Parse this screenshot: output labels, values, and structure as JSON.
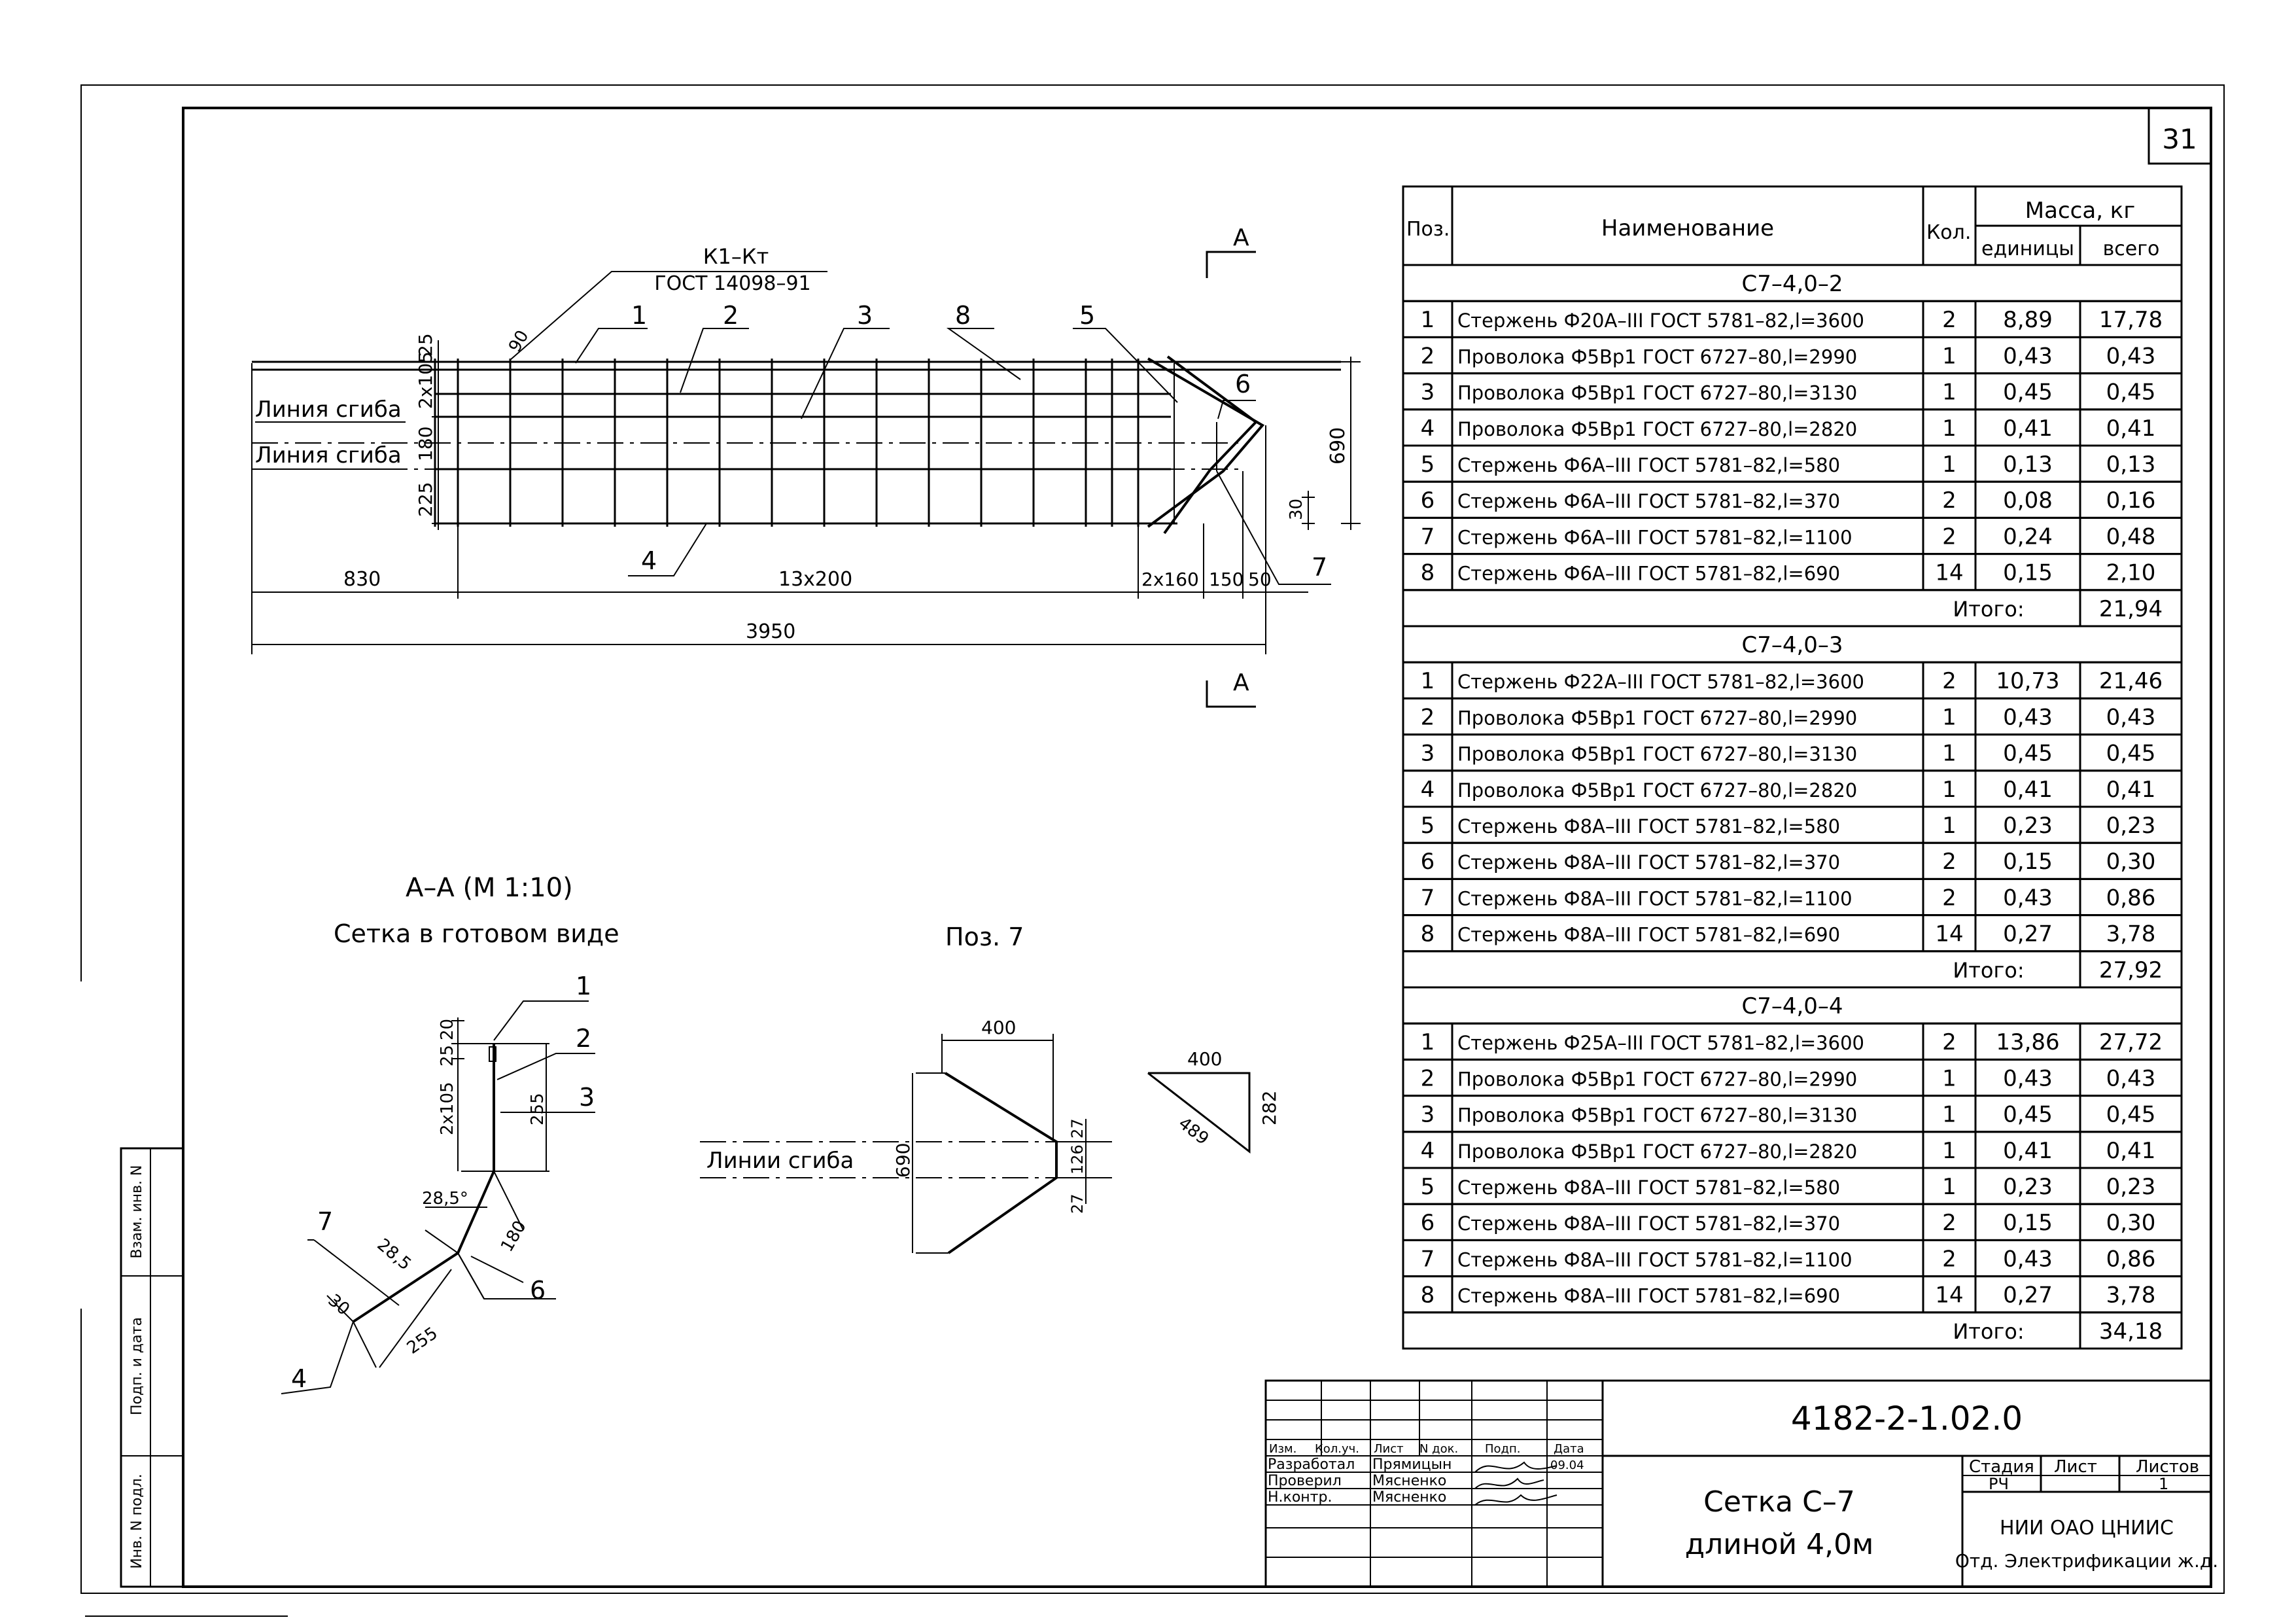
{
  "sheet_number": "31",
  "plan": {
    "leader_note": {
      "line1": "К1–Кт",
      "line2": "ГОСТ 14098–91"
    },
    "angle_label": "90",
    "section_mark": "А",
    "bend_line_label": "Линия сгиба",
    "pos_labels": [
      "1",
      "2",
      "3",
      "8",
      "5",
      "6",
      "7",
      "4"
    ],
    "vertical_dims": [
      "25",
      "2x105",
      "180",
      "225"
    ],
    "overall_height": "690",
    "dim_30": "30",
    "bottom_dims": [
      "830",
      "13х200",
      "2х160",
      "150",
      "50"
    ],
    "total_length": "3950"
  },
  "section": {
    "title": "А–А (М 1:10)",
    "subtitle": "Сетка в готовом виде",
    "dims": [
      "20",
      "25",
      "2x105",
      "255",
      "28,5°",
      "180",
      "28,5",
      "30",
      "255"
    ],
    "pos_labels": [
      "1",
      "2",
      "3",
      "7",
      "6",
      "4"
    ]
  },
  "pos7": {
    "title": "Поз. 7",
    "bend_lines_label": "Линии сгиба",
    "dims": [
      "400",
      "690",
      "27",
      "126",
      "27"
    ],
    "triangle": [
      "400",
      "489",
      "282"
    ]
  },
  "spec_table": {
    "headers": {
      "pos": "Поз.",
      "name": "Наименование",
      "qty": "Кол.",
      "mass": "Масса, кг",
      "unit": "единицы",
      "total": "всего"
    },
    "total_label": "Итого:",
    "groups": [
      {
        "title": "С7–4,0–2",
        "rows": [
          [
            "1",
            "Стержень Ф20А–III ГОСТ 5781–82,l=3600",
            "2",
            "8,89",
            "17,78"
          ],
          [
            "2",
            "Проволока Ф5Вр1 ГОСТ 6727–80,l=2990",
            "1",
            "0,43",
            "0,43"
          ],
          [
            "3",
            "Проволока Ф5Вр1 ГОСТ 6727–80,l=3130",
            "1",
            "0,45",
            "0,45"
          ],
          [
            "4",
            "Проволока Ф5Вр1 ГОСТ 6727–80,l=2820",
            "1",
            "0,41",
            "0,41"
          ],
          [
            "5",
            "Стержень Ф6А–III ГОСТ 5781–82,l=580",
            "1",
            "0,13",
            "0,13"
          ],
          [
            "6",
            "Стержень Ф6А–III ГОСТ 5781–82,l=370",
            "2",
            "0,08",
            "0,16"
          ],
          [
            "7",
            "Стержень Ф6А–III ГОСТ 5781–82,l=1100",
            "2",
            "0,24",
            "0,48"
          ],
          [
            "8",
            "Стержень Ф6А–III ГОСТ 5781–82,l=690",
            "14",
            "0,15",
            "2,10"
          ]
        ],
        "total": "21,94"
      },
      {
        "title": "С7–4,0–3",
        "rows": [
          [
            "1",
            "Стержень Ф22А–III ГОСТ 5781–82,l=3600",
            "2",
            "10,73",
            "21,46"
          ],
          [
            "2",
            "Проволока Ф5Вр1 ГОСТ 6727–80,l=2990",
            "1",
            "0,43",
            "0,43"
          ],
          [
            "3",
            "Проволока Ф5Вр1 ГОСТ 6727–80,l=3130",
            "1",
            "0,45",
            "0,45"
          ],
          [
            "4",
            "Проволока Ф5Вр1 ГОСТ 6727–80,l=2820",
            "1",
            "0,41",
            "0,41"
          ],
          [
            "5",
            "Стержень Ф8А–III ГОСТ 5781–82,l=580",
            "1",
            "0,23",
            "0,23"
          ],
          [
            "6",
            "Стержень Ф8А–III ГОСТ 5781–82,l=370",
            "2",
            "0,15",
            "0,30"
          ],
          [
            "7",
            "Стержень Ф8А–III ГОСТ 5781–82,l=1100",
            "2",
            "0,43",
            "0,86"
          ],
          [
            "8",
            "Стержень Ф8А–III ГОСТ 5781–82,l=690",
            "14",
            "0,27",
            "3,78"
          ]
        ],
        "total": "27,92"
      },
      {
        "title": "С7–4,0–4",
        "rows": [
          [
            "1",
            "Стержень Ф25А–III ГОСТ 5781–82,l=3600",
            "2",
            "13,86",
            "27,72"
          ],
          [
            "2",
            "Проволока Ф5Вр1 ГОСТ 6727–80,l=2990",
            "1",
            "0,43",
            "0,43"
          ],
          [
            "3",
            "Проволока Ф5Вр1 ГОСТ 6727–80,l=3130",
            "1",
            "0,45",
            "0,45"
          ],
          [
            "4",
            "Проволока Ф5Вр1 ГОСТ 6727–80,l=2820",
            "1",
            "0,41",
            "0,41"
          ],
          [
            "5",
            "Стержень Ф8А–III ГОСТ 5781–82,l=580",
            "1",
            "0,23",
            "0,23"
          ],
          [
            "6",
            "Стержень Ф8А–III ГОСТ 5781–82,l=370",
            "2",
            "0,15",
            "0,30"
          ],
          [
            "7",
            "Стержень Ф8А–III ГОСТ 5781–82,l=1100",
            "2",
            "0,43",
            "0,86"
          ],
          [
            "8",
            "Стержень Ф8А–III ГОСТ 5781–82,l=690",
            "14",
            "0,27",
            "3,78"
          ]
        ],
        "total": "34,18"
      }
    ]
  },
  "title_block": {
    "doc_code": "4182-2-1.02.0",
    "title_line1": "Сетка С–7",
    "title_line2": "длиной 4,0м",
    "cols": [
      "Изм.",
      "Кол.уч.",
      "Лист",
      "N док.",
      "Подп.",
      "Дата"
    ],
    "roles": [
      "Разработал",
      "Проверил",
      "Н.контр."
    ],
    "names": [
      "Прямицын",
      "Мясненко",
      "Мясненко"
    ],
    "date": "09.04",
    "stage_label": "Стадия",
    "sheet_label": "Лист",
    "sheets_label": "Листов",
    "stage": "РЧ",
    "sheets": "1",
    "org_line1": "НИИ ОАО ЦНИИС",
    "org_line2": "Отд. Электрификации ж.д."
  },
  "side_stamp": [
    "Взам. инв. N",
    "Подп. и дата",
    "Инв. N подл."
  ]
}
